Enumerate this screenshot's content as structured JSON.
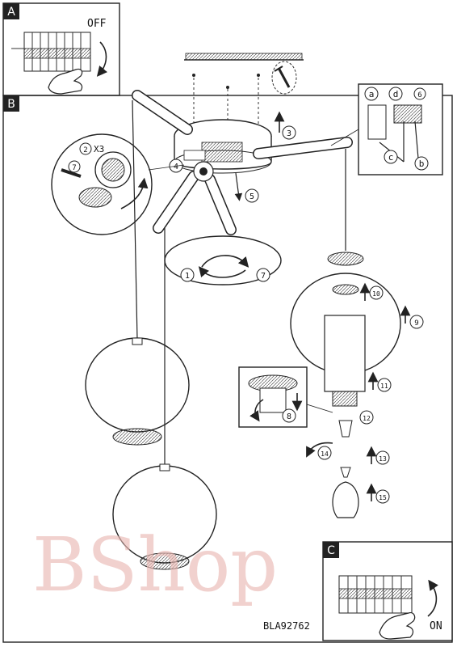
{
  "panels": {
    "a": {
      "letter": "A",
      "switch_text": "OFF"
    },
    "b": {
      "letter": "B"
    },
    "c": {
      "letter": "C",
      "switch_text": "ON"
    }
  },
  "assembly": {
    "screw_count": "X3",
    "parts": [
      "a",
      "b",
      "c",
      "d"
    ]
  },
  "steps": [
    "1",
    "2",
    "3",
    "4",
    "5",
    "6",
    "7",
    "8",
    "9",
    "10",
    "11",
    "12",
    "13",
    "14",
    "15"
  ],
  "watermark": "BShop",
  "model_code": "BLA92762"
}
